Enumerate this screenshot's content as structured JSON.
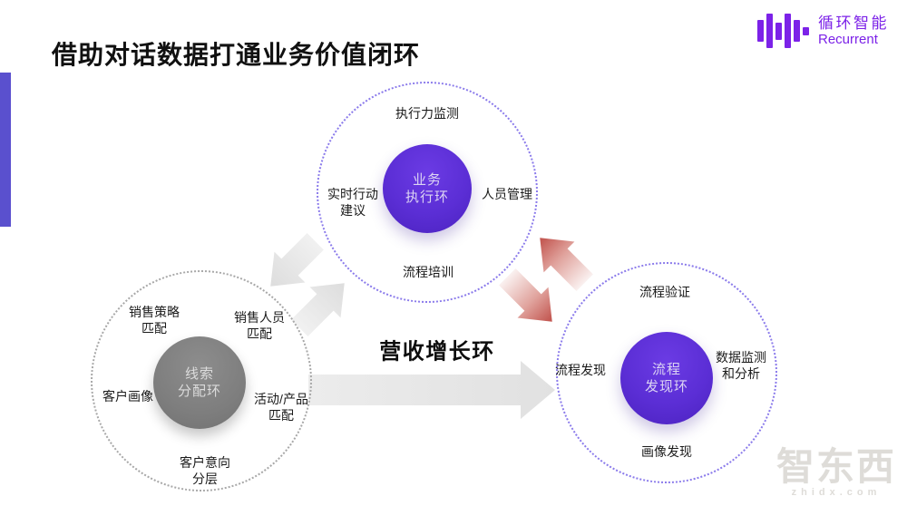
{
  "slide": {
    "title": "借助对话数据打通业务价值闭环"
  },
  "logo": {
    "brand_cn": "循环智能",
    "brand_en": "Recurrent",
    "icon": "waveform-bars-icon"
  },
  "diagram": {
    "center_label": "营收增长环",
    "execution_loop": {
      "core": [
        "业务",
        "执行环"
      ],
      "top": "执行力监测",
      "right": "人员管理",
      "bottom": "流程培训",
      "left": [
        "实时行动",
        "建议"
      ]
    },
    "lead_loop": {
      "core": [
        "线索",
        "分配环"
      ],
      "top_left": [
        "销售策略",
        "匹配"
      ],
      "top_right": [
        "销售人员",
        "匹配"
      ],
      "left": "客户画像",
      "right": [
        "活动/产品",
        "匹配"
      ],
      "bottom": [
        "客户意向",
        "分层"
      ]
    },
    "discovery_loop": {
      "core": [
        "流程",
        "发现环"
      ],
      "top": "流程验证",
      "right": [
        "数据监测",
        "和分析"
      ],
      "left": "流程发现",
      "bottom": "画像发现"
    }
  },
  "watermark": {
    "text": "智东西",
    "domain": "zhidx.com"
  },
  "colors": {
    "accent_purple": "#5B2ED5",
    "logo_purple": "#7C22E8",
    "dash_purple": "#8B7BEB",
    "dash_gray": "#A8A8A8",
    "core_gray": "#7E7E7E",
    "arrow_gray": "#E2E2E2",
    "arrow_red": "#C0514B",
    "sidebar_purple": "#5A50CE",
    "title_color": "#111111"
  }
}
